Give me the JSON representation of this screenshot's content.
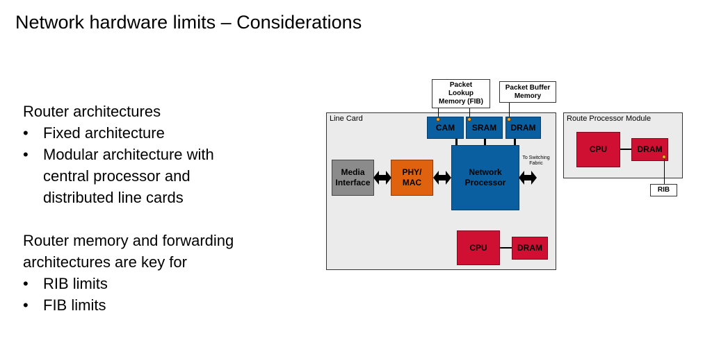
{
  "title": "Network hardware limits – Considerations",
  "section1": {
    "heading": "Router architectures",
    "bullets": [
      "Fixed architecture",
      "Modular architecture with",
      "central processor and",
      "distributed line cards"
    ]
  },
  "section2": {
    "heading_line1": "Router memory and forwarding",
    "heading_line2": "architectures are key for",
    "bullets": [
      "RIB limits",
      "FIB limits"
    ]
  },
  "bullet_char": "•",
  "diagram": {
    "line_card_label": "Line Card",
    "rpm_label": "Route Processor Module",
    "callout_fib": "Packet\nLookup\nMemory (FIB)",
    "callout_fib_lines": [
      "Packet",
      "Lookup",
      "Memory (FIB)"
    ],
    "callout_buffer_lines": [
      "Packet Buffer",
      "Memory"
    ],
    "cam": "CAM",
    "sram": "SRAM",
    "dram": "DRAM",
    "media_lines": [
      "Media",
      "Interface"
    ],
    "phy_lines": [
      "PHY/",
      "MAC"
    ],
    "np_lines": [
      "Network",
      "Processor"
    ],
    "switching_lines": [
      "To Switching",
      "Fabric"
    ],
    "lc_cpu": "CPU",
    "lc_dram": "DRAM",
    "rpm_cpu": "CPU",
    "rpm_dram": "DRAM",
    "rib": "RIB"
  },
  "colors": {
    "blue": "#0a5fa0",
    "orange": "#e0620e",
    "grey": "#8b8b8b",
    "red": "#d01033",
    "panel": "#ebebeb"
  }
}
